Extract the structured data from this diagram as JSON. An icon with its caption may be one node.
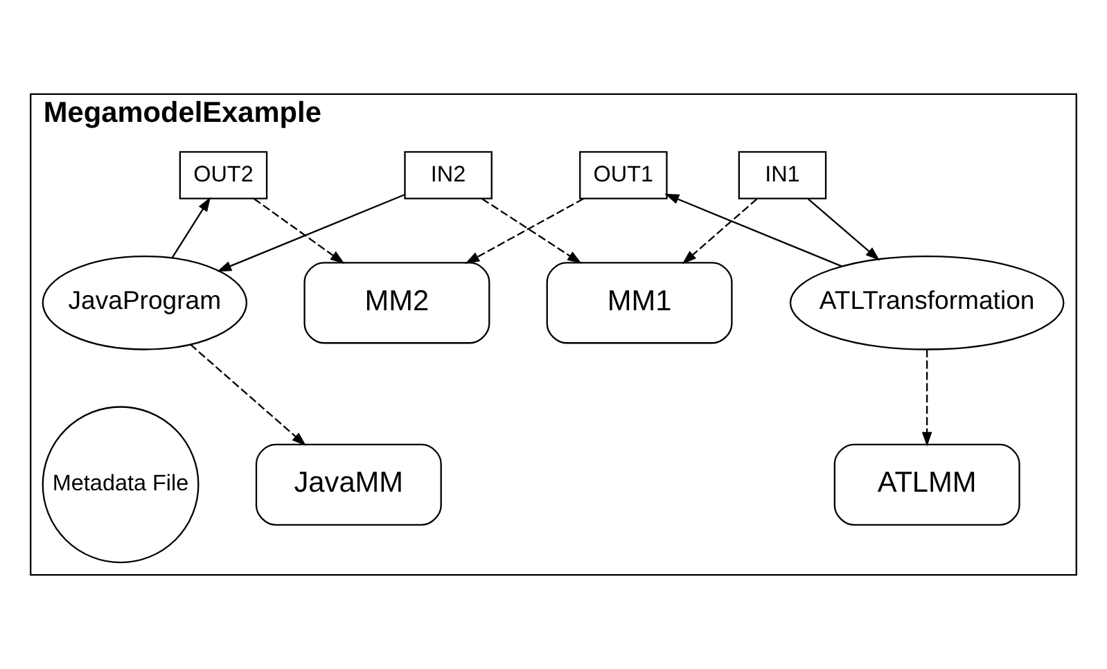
{
  "diagram": {
    "nodes": [
      {
        "text": [
          "MegamodelExample"
        ]
      },
      {
        "text": [
          "IN1"
        ],
        "in": 0
      },
      {
        "text": [
          "OUT1"
        ],
        "in": 0
      },
      {
        "text": [
          "IN2"
        ],
        "in": 0
      },
      {
        "text": [
          "OUT2"
        ],
        "in": 0
      },
      {
        "text": [
          "MM1"
        ],
        "in": 0
      },
      {
        "text": [
          "MM2"
        ],
        "in": 0
      },
      {
        "text": [
          "ATLTransformation"
        ],
        "in": 0
      },
      {
        "text": [
          "JavaProgram"
        ],
        "in": 0
      },
      {
        "text": [
          "Metadata File"
        ],
        "in": 0
      },
      {
        "text": [
          "ATLMM"
        ],
        "in": 0
      },
      {
        "text": [
          "JavaMM"
        ],
        "in": 0
      }
    ],
    "edges": [
      {
        "from": 1,
        "to": 5,
        "arrow": "to",
        "style": "dashed"
      },
      {
        "from": 1,
        "to": 7,
        "arrow": "to"
      },
      {
        "from": 7,
        "to": 2,
        "arrow": "to"
      },
      {
        "from": 2,
        "to": 6,
        "arrow": "to",
        "style": "dashed"
      },
      {
        "from": 3,
        "to": 5,
        "arrow": "to",
        "style": "dashed"
      },
      {
        "from": 3,
        "to": 8,
        "arrow": "to"
      },
      {
        "from": 8,
        "to": 4,
        "arrow": "to"
      },
      {
        "from": 4,
        "to": 6,
        "arrow": "to",
        "style": "dashed"
      },
      {
        "from": 7,
        "to": 10,
        "arrow": "to",
        "style": "dashed"
      },
      {
        "from": 8,
        "to": 11,
        "arrow": "to",
        "style": "dashed"
      }
    ]
  }
}
